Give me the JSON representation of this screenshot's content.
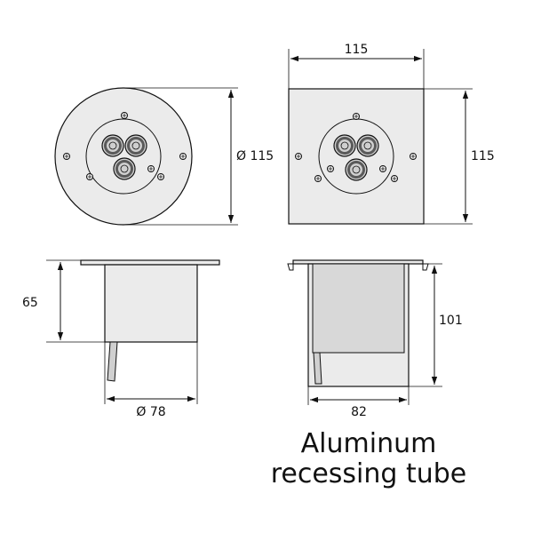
{
  "dimensions": {
    "round_top_diameter": "Ø 115",
    "square_top_width": "115",
    "square_top_height": "115",
    "round_side_height": "65",
    "round_side_diameter": "Ø 78",
    "square_side_height": "101",
    "square_side_width": "82"
  },
  "caption": {
    "line1": "Aluminum",
    "line2": "recessing tube"
  },
  "colors": {
    "line": "#111111",
    "body_fill": "#ebebeb",
    "led_fill": "#cfcfcf",
    "led_ring": "#5a5a5a",
    "tube_fill": "#d8d8d8"
  }
}
